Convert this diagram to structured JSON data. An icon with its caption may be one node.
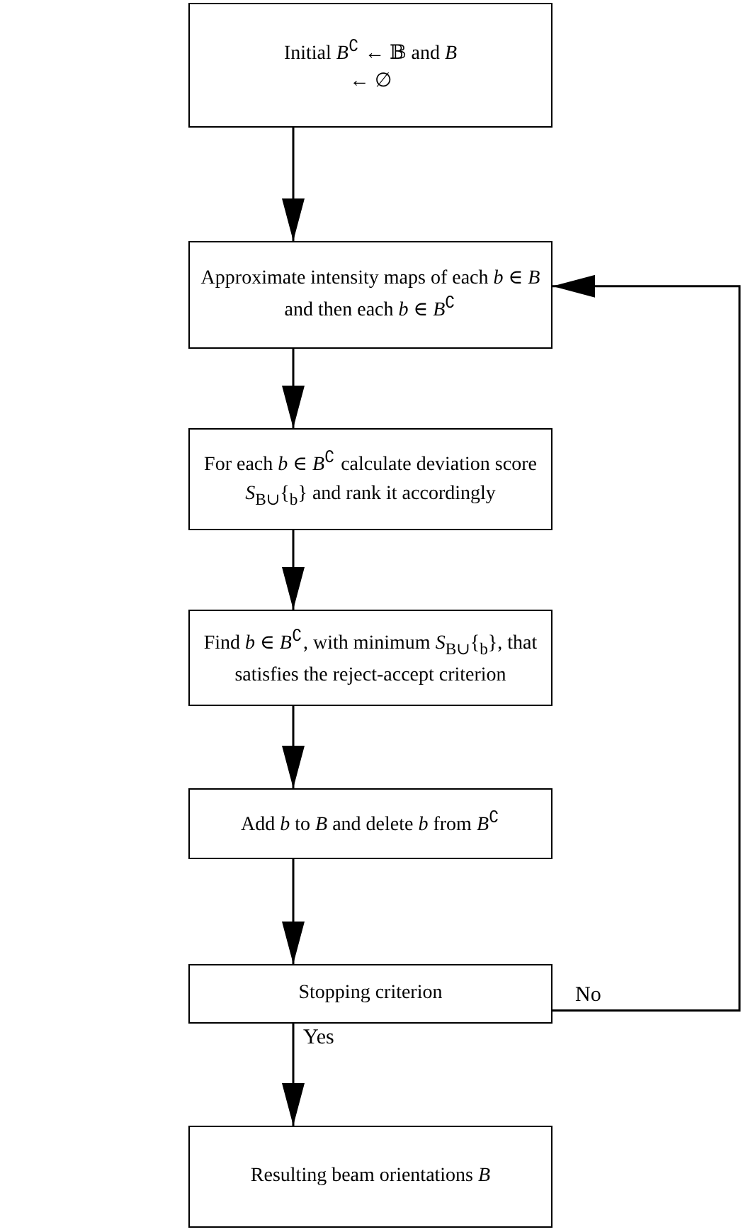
{
  "diagram": {
    "nodes": [
      {
        "text": [
          "Initial *B*$^{∁}$ ← 𝔹 and  *B* ← ∅"
        ]
      },
      {
        "text": [
          "Approximate intensity maps of each *b* ∈ *B* and then each *b* ∈ *B*$^{∁}$"
        ]
      },
      {
        "text": [
          "For each *b* ∈ *B*$^{∁}$ calculate deviation score *S*$_{B∪}${$_{b}$} and rank it accordingly"
        ]
      },
      {
        "text": [
          "Find *b* ∈ *B*$^{∁}$, with minimum *S*$_{B∪}${$_{b}$}, that satisfies the reject-accept criterion"
        ]
      },
      {
        "text": [
          "Add *b* to *B* and delete *b* from *B*$^{∁}$"
        ]
      },
      {
        "text": [
          "Stopping criterion"
        ]
      },
      {
        "text": [
          "Resulting beam orientations *B*"
        ]
      }
    ],
    "edges": [
      {
        "from": 0,
        "to": 1,
        "arrow": "to"
      },
      {
        "from": 1,
        "to": 2,
        "arrow": "to"
      },
      {
        "from": 2,
        "to": 3,
        "arrow": "to"
      },
      {
        "from": 3,
        "to": 4,
        "arrow": "to"
      },
      {
        "from": 4,
        "to": 5,
        "arrow": "to"
      },
      {
        "from": 5,
        "to": 6,
        "label": "Yes",
        "arrow": "to"
      },
      {
        "from": 5,
        "to": 1,
        "label": "No",
        "arrow": "to"
      }
    ]
  }
}
